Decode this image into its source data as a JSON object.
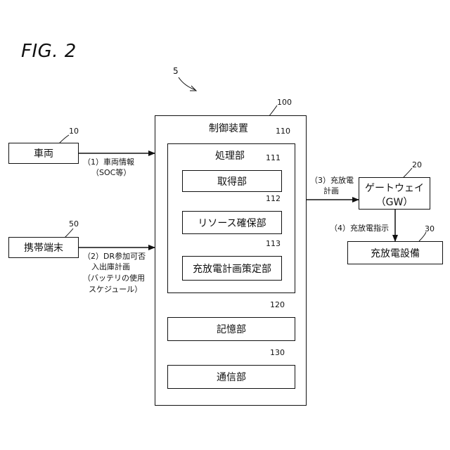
{
  "figure": {
    "title": "FIG. 2",
    "system_ref": "5"
  },
  "vehicle": {
    "label": "車両",
    "ref": "10"
  },
  "mobile": {
    "label": "携帯端末",
    "ref": "50"
  },
  "controller": {
    "label": "制御装置",
    "ref": "100",
    "processing": {
      "label": "処理部",
      "ref": "110",
      "acquisition": {
        "label": "取得部",
        "ref": "111"
      },
      "resource": {
        "label": "リソース確保部",
        "ref": "112"
      },
      "planning": {
        "label": "充放電計画策定部",
        "ref": "113"
      }
    },
    "storage": {
      "label": "記憶部",
      "ref": "120"
    },
    "comm": {
      "label": "通信部",
      "ref": "130"
    }
  },
  "gateway": {
    "label_line1": "ゲートウェイ",
    "label_line2": "（GW）",
    "ref": "20"
  },
  "equipment": {
    "label": "充放電設備",
    "ref": "30"
  },
  "notes": {
    "n1_line1": "（1）車両情報",
    "n1_line2": "（SOC等）",
    "n2_line1": "（2）DR参加可否",
    "n2_line2": "入出庫計画",
    "n2_line3": "（バッテリの使用",
    "n2_line4": "スケジュール）",
    "n3_line1": "（3）充放電",
    "n3_line2": "計画",
    "n4": "（4）充放電指示"
  }
}
